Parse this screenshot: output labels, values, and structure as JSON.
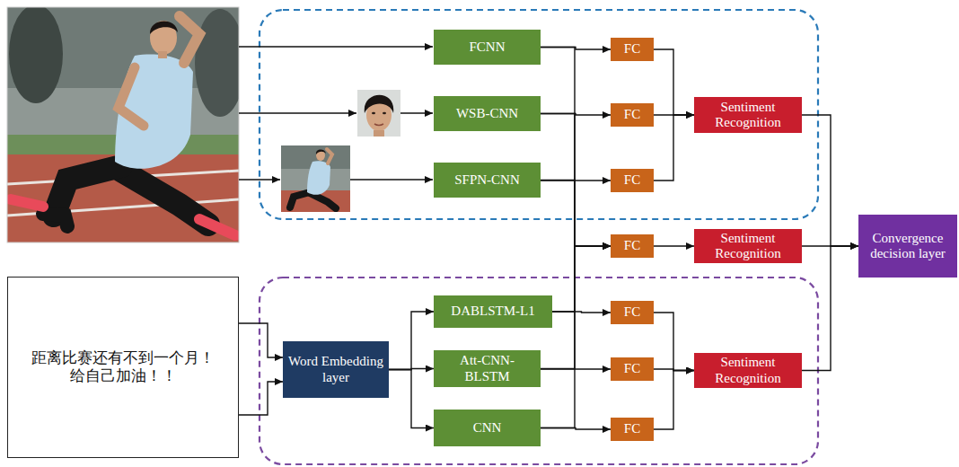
{
  "diagram": {
    "nodes": [
      {
        "text": [
          "FCNN"
        ]
      },
      {
        "text": [
          "WSB-CNN"
        ]
      },
      {
        "text": [
          "SFPN-CNN"
        ]
      },
      {
        "text": [
          "FC"
        ]
      },
      {
        "text": [
          "FC"
        ]
      },
      {
        "text": [
          "FC"
        ]
      },
      {
        "text": [
          "Sentiment Recognition"
        ]
      },
      {
        "text": [
          "FC"
        ]
      },
      {
        "text": [
          "Sentiment Recognition"
        ]
      },
      {
        "text": [
          "Convergence decision layer"
        ]
      },
      {
        "text": [
          "距离比赛还有不到一个月！ 给自己加油！！"
        ]
      },
      {
        "text": [
          "Word Embedding layer"
        ]
      },
      {
        "text": [
          "DABLSTM-L1"
        ]
      },
      {
        "text": [
          "Att-CNN-BLSTM"
        ]
      },
      {
        "text": [
          "CNN"
        ]
      },
      {
        "text": [
          "FC"
        ]
      },
      {
        "text": [
          "FC"
        ]
      },
      {
        "text": [
          "FC"
        ]
      },
      {
        "text": [
          "Sentiment Recognition"
        ]
      }
    ],
    "edges": [
      {
        "from": 0,
        "to": 3,
        "arrow": "to"
      },
      {
        "from": 1,
        "to": 4,
        "arrow": "to"
      },
      {
        "from": 2,
        "to": 5,
        "arrow": "to"
      },
      {
        "from": 3,
        "to": 6,
        "arrow": "to"
      },
      {
        "from": 4,
        "to": 6,
        "arrow": "to"
      },
      {
        "from": 5,
        "to": 6,
        "arrow": "to"
      },
      {
        "from": 0,
        "to": 7,
        "arrow": "to"
      },
      {
        "from": 1,
        "to": 7,
        "arrow": "to"
      },
      {
        "from": 2,
        "to": 7,
        "arrow": "to"
      },
      {
        "from": 12,
        "to": 7,
        "arrow": "to"
      },
      {
        "from": 13,
        "to": 7,
        "arrow": "to"
      },
      {
        "from": 14,
        "to": 7,
        "arrow": "to"
      },
      {
        "from": 7,
        "to": 8,
        "arrow": "to"
      },
      {
        "from": 10,
        "to": 11,
        "arrow": "to"
      },
      {
        "from": 10,
        "to": 11,
        "arrow": "to"
      },
      {
        "from": 11,
        "to": 12,
        "arrow": "to"
      },
      {
        "from": 11,
        "to": 13,
        "arrow": "to"
      },
      {
        "from": 11,
        "to": 14,
        "arrow": "to"
      },
      {
        "from": 12,
        "to": 15,
        "arrow": "to"
      },
      {
        "from": 13,
        "to": 16,
        "arrow": "to"
      },
      {
        "from": 14,
        "to": 17,
        "arrow": "to"
      },
      {
        "from": 15,
        "to": 18,
        "arrow": "to"
      },
      {
        "from": 16,
        "to": 18,
        "arrow": "to"
      },
      {
        "from": 17,
        "to": 18,
        "arrow": "to"
      },
      {
        "from": 6,
        "to": 9,
        "arrow": "to"
      },
      {
        "from": 8,
        "to": 9,
        "arrow": "to"
      },
      {
        "from": 18,
        "to": 9,
        "arrow": "to"
      }
    ]
  }
}
